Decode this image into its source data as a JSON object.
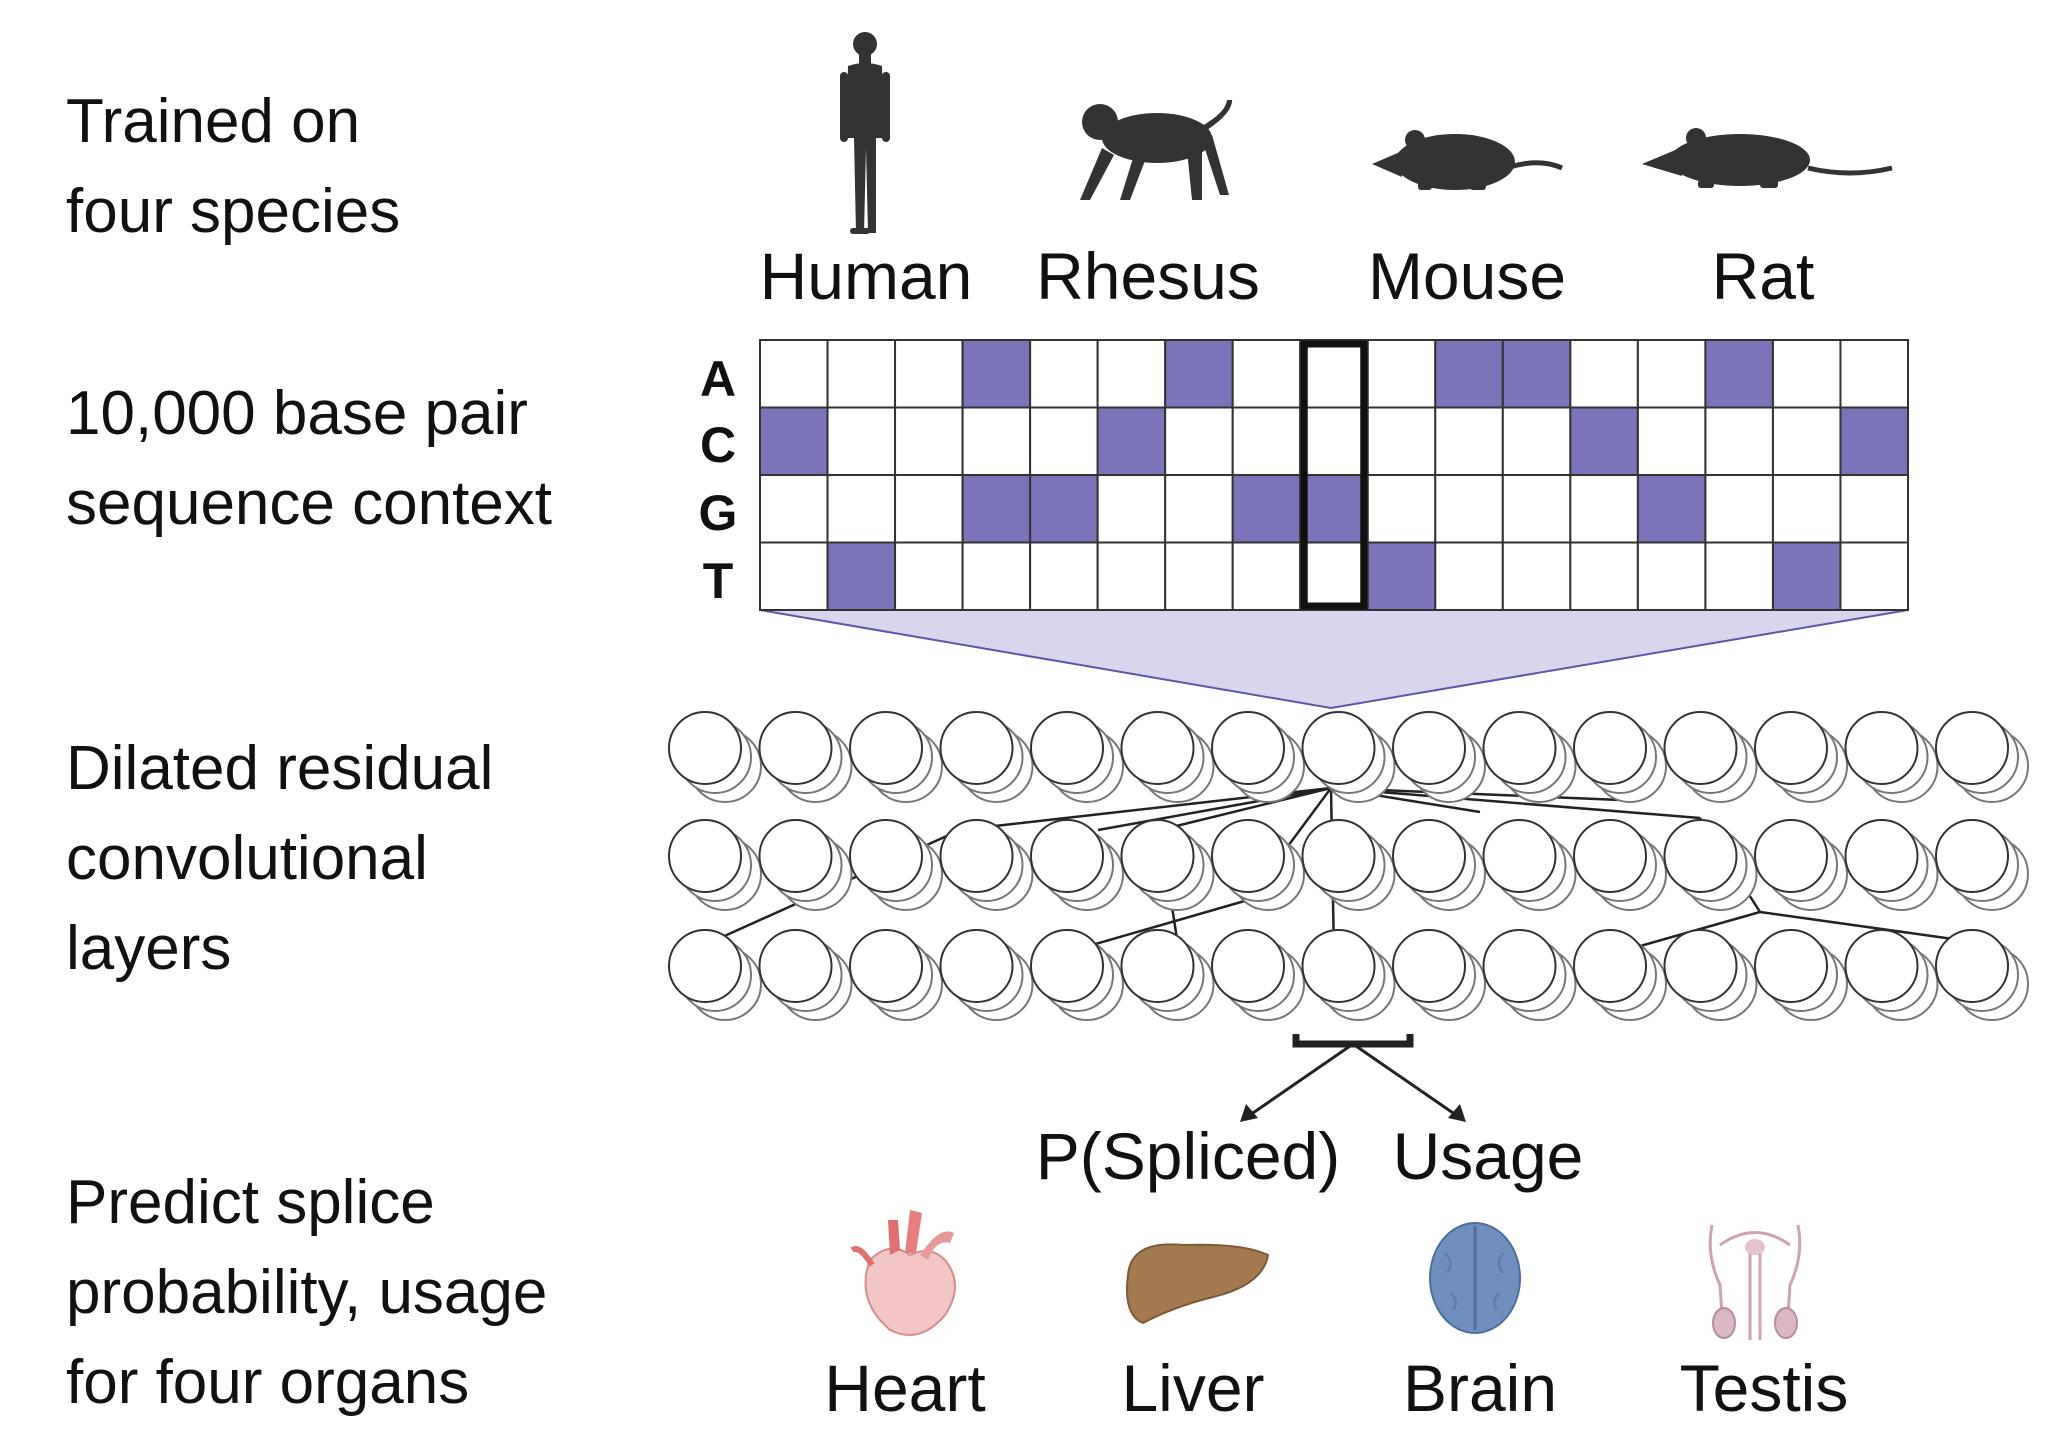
{
  "labels": {
    "trained": [
      "Trained on",
      "four species"
    ],
    "context": [
      "10,000 base pair",
      "sequence context"
    ],
    "layers": [
      "Dilated residual",
      "convolutional",
      "layers"
    ],
    "predict": [
      "Predict splice",
      "probability, usage",
      "for four organs"
    ]
  },
  "species": [
    {
      "name": "Human",
      "icon": "human-silhouette-icon"
    },
    {
      "name": "Rhesus",
      "icon": "rhesus-monkey-icon"
    },
    {
      "name": "Mouse",
      "icon": "mouse-icon"
    },
    {
      "name": "Rat",
      "icon": "rat-icon"
    }
  ],
  "bases": [
    "A",
    "C",
    "G",
    "T"
  ],
  "sequence_grid": {
    "columns": 17,
    "filled": [
      [
        0,
        3
      ],
      [
        0,
        6
      ],
      [
        0,
        10
      ],
      [
        0,
        11
      ],
      [
        0,
        14
      ],
      [
        1,
        0
      ],
      [
        1,
        5
      ],
      [
        1,
        12
      ],
      [
        1,
        16
      ],
      [
        2,
        3
      ],
      [
        2,
        4
      ],
      [
        2,
        7
      ],
      [
        2,
        8
      ],
      [
        2,
        13
      ],
      [
        3,
        1
      ],
      [
        3,
        9
      ],
      [
        3,
        15
      ]
    ],
    "highlighted_column": 8,
    "fill_color": "#7b74b8"
  },
  "network": {
    "layers": 3,
    "nodes_per_layer": 15
  },
  "outputs": [
    "P(Spliced)",
    "Usage"
  ],
  "organs": [
    {
      "name": "Heart",
      "icon": "heart-icon",
      "color": "#e79a9a"
    },
    {
      "name": "Liver",
      "icon": "liver-icon",
      "color": "#a37a4f"
    },
    {
      "name": "Brain",
      "icon": "brain-icon",
      "color": "#6f8fbf"
    },
    {
      "name": "Testis",
      "icon": "testis-icon",
      "color": "#d9b7c4"
    }
  ],
  "colors": {
    "accent": "#7b74b8",
    "text": "#111111",
    "cone": "#d8d6ee"
  }
}
